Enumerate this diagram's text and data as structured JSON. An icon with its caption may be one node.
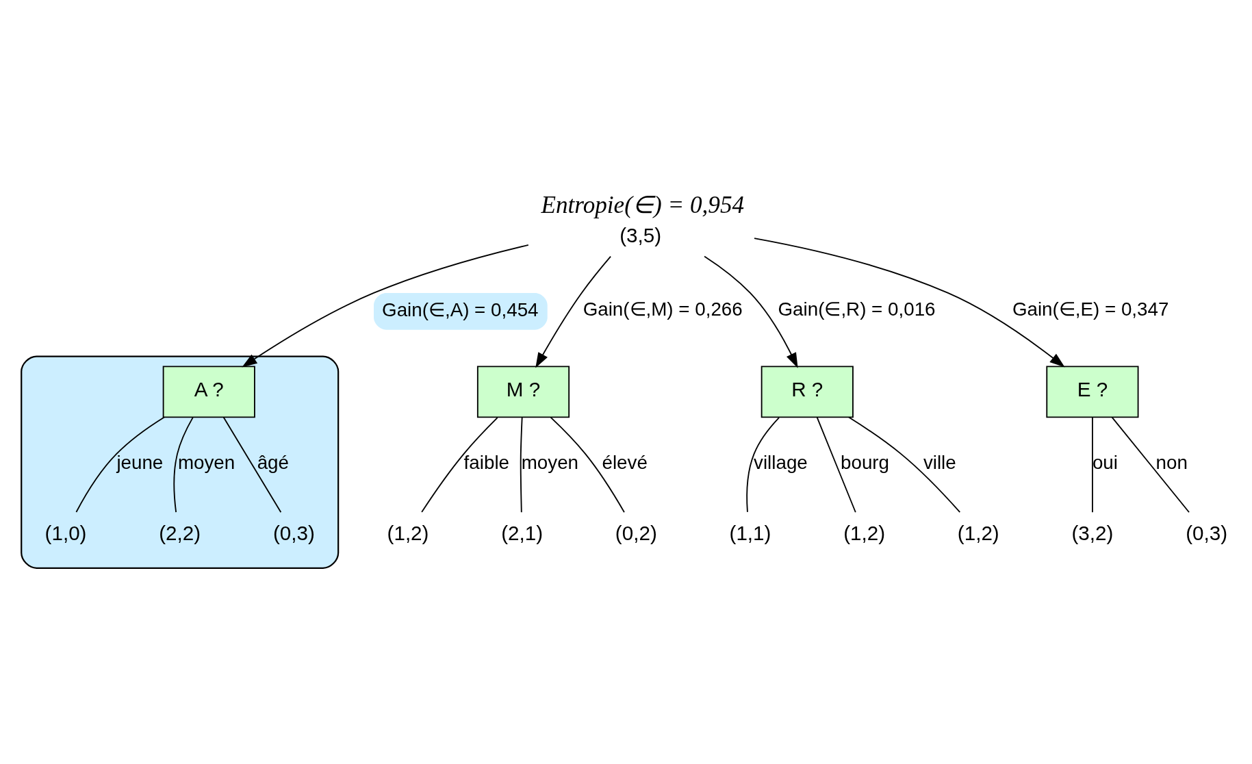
{
  "diagram": {
    "nodes": [
      {
        "text": [
          "(3,5)"
        ],
        "beside": [
          "Entropie(∈) = 0,954"
        ]
      },
      {
        "text": [
          "M ?"
        ]
      },
      {
        "text": [
          "(1,2)"
        ]
      },
      {
        "text": [
          "(2,1)"
        ]
      },
      {
        "text": [
          "(0,2)"
        ]
      },
      {
        "text": [],
        "shape": "ellipse"
      },
      {
        "text": [
          "A ?"
        ],
        "in": 5
      },
      {
        "text": [
          "(1,0)"
        ],
        "in": 5
      },
      {
        "text": [
          "(2,2)"
        ],
        "in": 5
      },
      {
        "text": [
          "(0,3)"
        ],
        "in": 5
      },
      {
        "text": [
          "R ?"
        ]
      },
      {
        "text": [
          "(1,1)"
        ]
      },
      {
        "text": [
          "(1,2)"
        ]
      },
      {
        "text": [
          "(1,2)"
        ]
      },
      {
        "text": [
          "E ?"
        ]
      },
      {
        "text": [
          "(3,2)"
        ]
      },
      {
        "text": [
          "(0,3)"
        ]
      }
    ],
    "edges": [
      {
        "from": 0,
        "to": 1,
        "arrow": "to",
        "label": "Gain(∈,M) = 0,266"
      },
      {
        "from": 0,
        "to": 6,
        "arrow": "to",
        "label": "Gain(∈,A) = 0,454"
      },
      {
        "from": 0,
        "to": 10,
        "arrow": "to",
        "label": "Gain(∈,R) = 0,016"
      },
      {
        "from": 0,
        "to": 14,
        "arrow": "to",
        "label": "Gain(∈,E) = 0,347"
      },
      {
        "from": 1,
        "to": 2,
        "arrow": "none",
        "label": "faible"
      },
      {
        "from": 1,
        "to": 3,
        "arrow": "none",
        "label": "moyen"
      },
      {
        "from": 1,
        "to": 4,
        "arrow": "none",
        "label": "élevé"
      },
      {
        "from": 6,
        "to": 7,
        "arrow": "none",
        "label": "jeune"
      },
      {
        "from": 6,
        "to": 8,
        "arrow": "none",
        "label": "moyen"
      },
      {
        "from": 6,
        "to": 9,
        "arrow": "none",
        "label": "âgé"
      },
      {
        "from": 10,
        "to": 11,
        "arrow": "none",
        "label": "village"
      },
      {
        "from": 10,
        "to": 12,
        "arrow": "none",
        "label": "bourg"
      },
      {
        "from": 10,
        "to": 13,
        "arrow": "none",
        "label": "ville"
      },
      {
        "from": 14,
        "to": 15,
        "arrow": "none",
        "label": "oui"
      },
      {
        "from": 14,
        "to": 16,
        "arrow": "none",
        "label": "non"
      }
    ]
  }
}
